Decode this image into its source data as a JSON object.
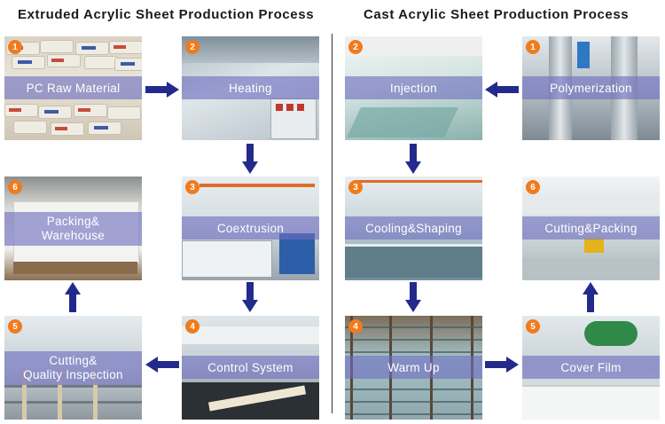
{
  "titles": {
    "left": "Extruded Acrylic Sheet Production Process",
    "right": "Cast Acrylic Sheet Production Process"
  },
  "extruded": {
    "steps": [
      {
        "number": "1",
        "label": "PC Raw Material"
      },
      {
        "number": "2",
        "label": "Heating"
      },
      {
        "number": "3",
        "label": "Coextrusion"
      },
      {
        "number": "4",
        "label": "Control System"
      },
      {
        "number": "5",
        "label": "Cutting&\nQuality Inspection"
      },
      {
        "number": "6",
        "label": "Packing&\nWarehouse"
      }
    ]
  },
  "cast": {
    "steps": [
      {
        "number": "1",
        "label": "Polymerization"
      },
      {
        "number": "2",
        "label": "Injection"
      },
      {
        "number": "3",
        "label": "Cooling&Shaping"
      },
      {
        "number": "4",
        "label": "Warm Up"
      },
      {
        "number": "5",
        "label": "Cover Film"
      },
      {
        "number": "6",
        "label": "Cutting&Packing"
      }
    ]
  },
  "colors": {
    "arrow": "#232a8c",
    "badge": "#f07b1d",
    "label_band": "#6e6ebe"
  }
}
